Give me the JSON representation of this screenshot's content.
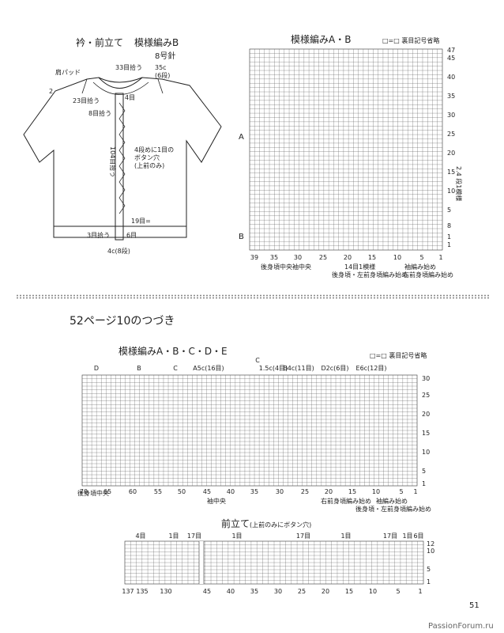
{
  "top_left": {
    "title": "衿・前立て",
    "pattern": "模様編みB",
    "needle": "8号針",
    "shoulder_pad": "肩パッド",
    "collar_pickup": "33目拾う",
    "collar_rows": "35c",
    "collar_rows2": "(6段)",
    "neck_pickup": "23目拾う",
    "neck_pickup2": "8目拾う",
    "band_pickup": "104目拾う",
    "pickup4": "4目",
    "buttonhole_note1": "4段めに1目の",
    "buttonhole_note2": "ボタン穴",
    "buttonhole_note3": "(上前のみ)",
    "gap19": "19目=",
    "pick3": "3目拾う",
    "six": "6目",
    "bottom": "4c(8段)",
    "label2": "2"
  },
  "top_right": {
    "title": "模様編みA・B",
    "legend": "□=□ 裏目記号省略",
    "label_a": "A",
    "label_b": "B",
    "row_nums": [
      "47",
      "45",
      "40",
      "35",
      "30",
      "25",
      "20",
      "15",
      "10",
      "5",
      "1",
      "8",
      "1"
    ],
    "side_note": "2.4 段1模様",
    "col_nums": [
      "39",
      "35",
      "30",
      "25",
      "20",
      "15",
      "10",
      "5",
      "1"
    ],
    "note_center": "後身頃中央",
    "note_sleeve": "袖中央",
    "note_repeat": "14目1模様",
    "note_back": "後身頃・左前身頃編み始め",
    "note_sleeve_start": "袖編み始め",
    "note_right": "右前身頃編み始め"
  },
  "continuation": "52ページ10のつづき",
  "bottom_chart": {
    "title": "模様編みA・B・C・D・E",
    "legend": "□=□ 裏目記号省略",
    "sections": [
      "D",
      "B",
      "C",
      "A5c(16目)",
      "C",
      "1.5c(4目)",
      "B4c(11目)",
      "D2c(6目)",
      "E6c(12目)"
    ],
    "row_nums": [
      "30",
      "25",
      "20",
      "15",
      "10",
      "5",
      "1"
    ],
    "col_nums": [
      "70",
      "65",
      "60",
      "55",
      "50",
      "45",
      "40",
      "35",
      "30",
      "25",
      "20",
      "15",
      "10",
      "5",
      "1"
    ],
    "note_back_center": "後身頃中央",
    "note_sleeve_center": "袖中央",
    "note_right_front": "右前身頃編み始め",
    "note_sleeve_start": "袖編み始め",
    "note_back_left": "後身頃・左前身頃編み始め"
  },
  "band_chart": {
    "title": "前立て",
    "subtitle": "(上前のみにボタン穴)",
    "segments": [
      "4目",
      "1目",
      "17目",
      "1目",
      "17目",
      "1目",
      "17目",
      "1目",
      "6目"
    ],
    "row_nums": [
      "12",
      "10",
      "5",
      "1"
    ],
    "col_nums": [
      "137",
      "135",
      "130",
      "45",
      "40",
      "35",
      "30",
      "25",
      "20",
      "15",
      "10",
      "5",
      "1"
    ]
  },
  "page_number": "51",
  "watermark": "PassionForum.ru"
}
